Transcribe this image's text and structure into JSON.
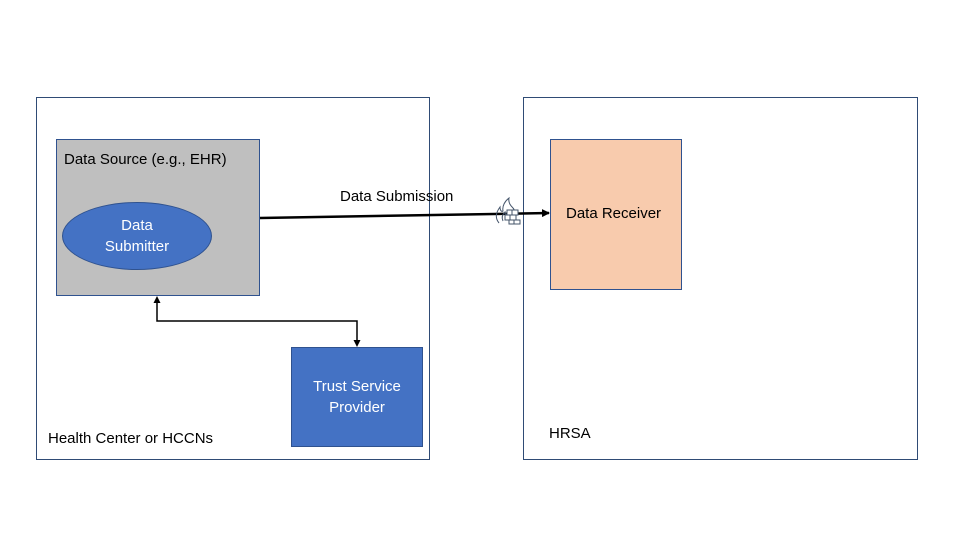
{
  "containers": {
    "health_center": "Health Center or HCCNs",
    "hrsa": "HRSA"
  },
  "nodes": {
    "data_source": "Data Source (e.g., EHR)",
    "data_submitter": [
      "Data",
      "Submitter"
    ],
    "trust_service_provider": [
      "Trust Service",
      "Provider"
    ],
    "data_receiver": "Data Receiver"
  },
  "edges": {
    "submission": "Data Submission"
  },
  "icons": {
    "firewall": "firewall-icon"
  },
  "colors": {
    "box_border": "#2F4B75",
    "data_source_fill": "#BFBFBF",
    "submitter_fill": "#4472C4",
    "receiver_fill": "#F8CBAD",
    "tsp_fill": "#4472C4"
  }
}
